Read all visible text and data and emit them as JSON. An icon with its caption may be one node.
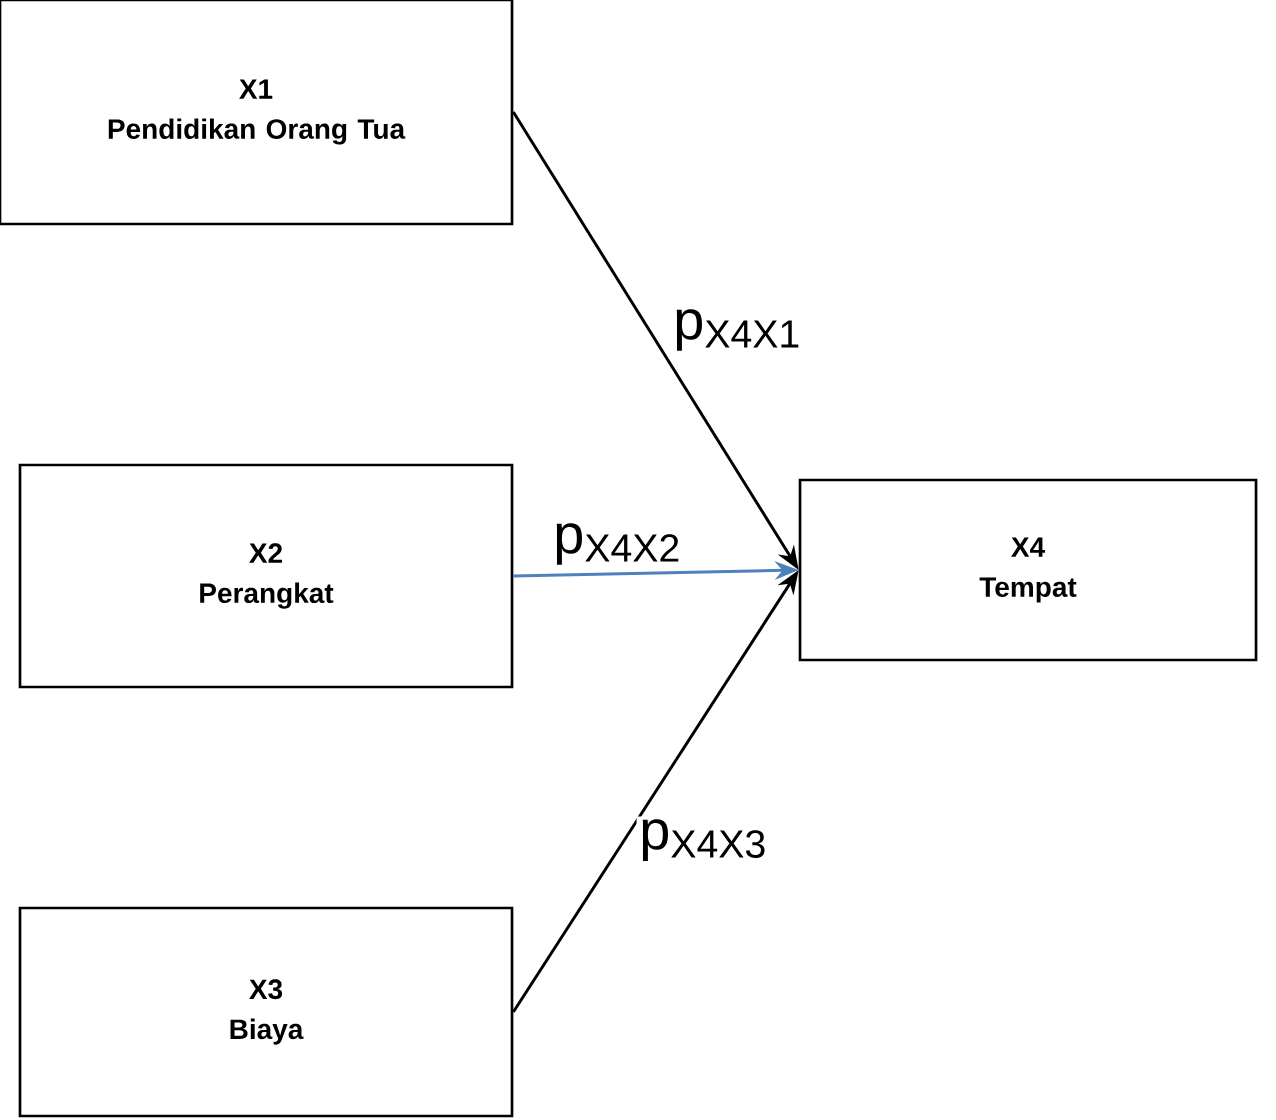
{
  "diagram": {
    "nodes": [
      {
        "text": [
          "X1",
          "Pendidikan Orang Tua"
        ]
      },
      {
        "text": [
          "X2",
          "Perangkat"
        ]
      },
      {
        "text": [
          "X3",
          "Biaya"
        ]
      },
      {
        "text": [
          "X4",
          "Tempat"
        ]
      }
    ],
    "edges": [
      {
        "from": 0,
        "to": 3,
        "arrow": "to",
        "label": "p$_{X4X1}$"
      },
      {
        "from": 1,
        "to": 3,
        "arrow": "to",
        "label": "p$_{X4X2}$",
        "color": "#4f81bd"
      },
      {
        "from": 2,
        "to": 3,
        "arrow": "to",
        "label": "p$_{X4X3}$"
      }
    ]
  }
}
